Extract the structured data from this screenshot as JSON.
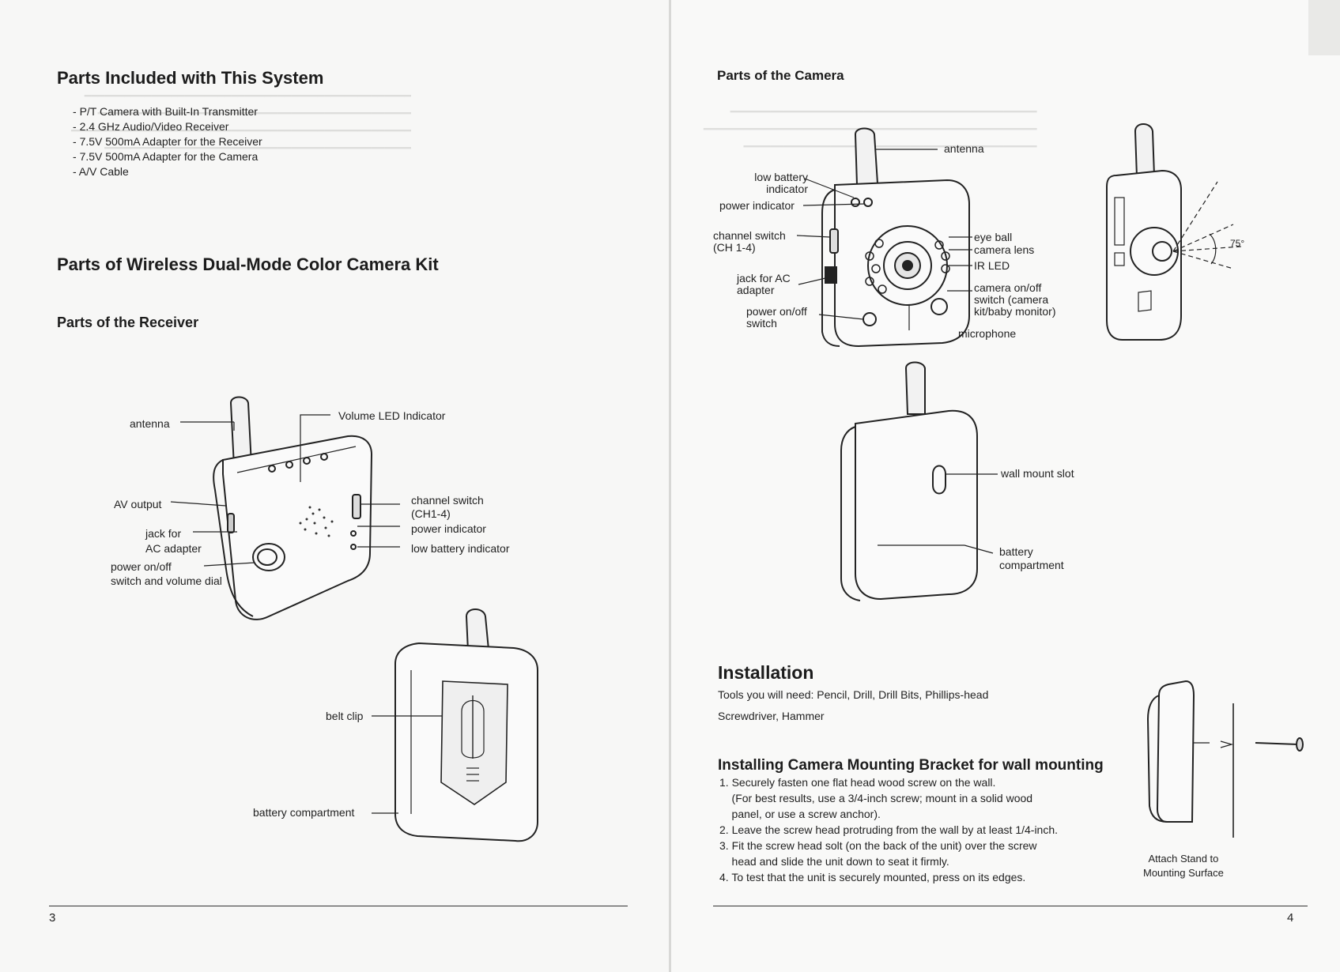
{
  "left_page": {
    "heading_parts_included": "Parts Included with This System",
    "parts_list": [
      "P/T Camera with Built-In Transmitter",
      "2.4 GHz Audio/Video Receiver",
      "7.5V 500mA Adapter for the Receiver",
      "7.5V 500mA Adapter for the Camera",
      "A/V Cable"
    ],
    "heading_kit": "Parts of Wireless Dual-Mode Color Camera Kit",
    "heading_receiver": "Parts of the Receiver",
    "receiver_labels": {
      "antenna": "antenna",
      "volume_led": "Volume LED Indicator",
      "av_output": "AV output",
      "jack_for": "jack for",
      "ac_adapter": "AC adapter",
      "power_onoff": "power on/off",
      "switch_volume": "switch and volume dial",
      "channel_switch": "channel switch",
      "ch_range": "(CH1-4)",
      "power_indicator": "power indicator",
      "low_battery": "low battery indicator",
      "belt_clip": "belt clip",
      "battery_compartment": "battery compartment"
    },
    "page_number": "3"
  },
  "right_page": {
    "heading_camera": "Parts of the Camera",
    "camera_labels": {
      "antenna": "antenna",
      "low_battery_1": "low battery",
      "low_battery_2": "indicator",
      "power_indicator": "power indicator",
      "channel_switch_1": "channel switch",
      "channel_switch_2": "(CH 1-4)",
      "jack_1": "jack for AC",
      "jack_2": "adapter",
      "power_1": "power on/off",
      "power_2": "switch",
      "eye_ball": "eye ball",
      "camera_lens": "camera lens",
      "ir_led": "IR LED",
      "cam_switch_1": "camera on/off",
      "cam_switch_2": "switch (camera",
      "cam_switch_3": "kit/baby monitor)",
      "microphone": "microphone",
      "angle": "75°",
      "wall_mount_slot": "wall mount slot",
      "battery_1": "battery",
      "battery_2": "compartment"
    },
    "heading_installation": "Installation",
    "tools_line1": "Tools you will need: Pencil, Drill, Drill Bits, Phillips-head",
    "tools_line2": "Screwdriver, Hammer",
    "heading_bracket": "Installing Camera Mounting Bracket for wall mounting",
    "steps": [
      "1. Securely fasten one flat head wood screw on the wall.",
      "    (For best results, use a 3/4-inch screw; mount in a solid wood",
      "    panel, or use a screw anchor).",
      "2. Leave the screw head protruding from the wall by at least 1/4-inch.",
      "3. Fit the screw head solt (on the back of the unit) over the screw",
      "    head and slide the unit down to seat it firmly.",
      "4. To test that the unit is securely mounted, press on its edges."
    ],
    "attach_1": "Attach Stand to",
    "attach_2": "Mounting Surface",
    "page_number": "4"
  }
}
